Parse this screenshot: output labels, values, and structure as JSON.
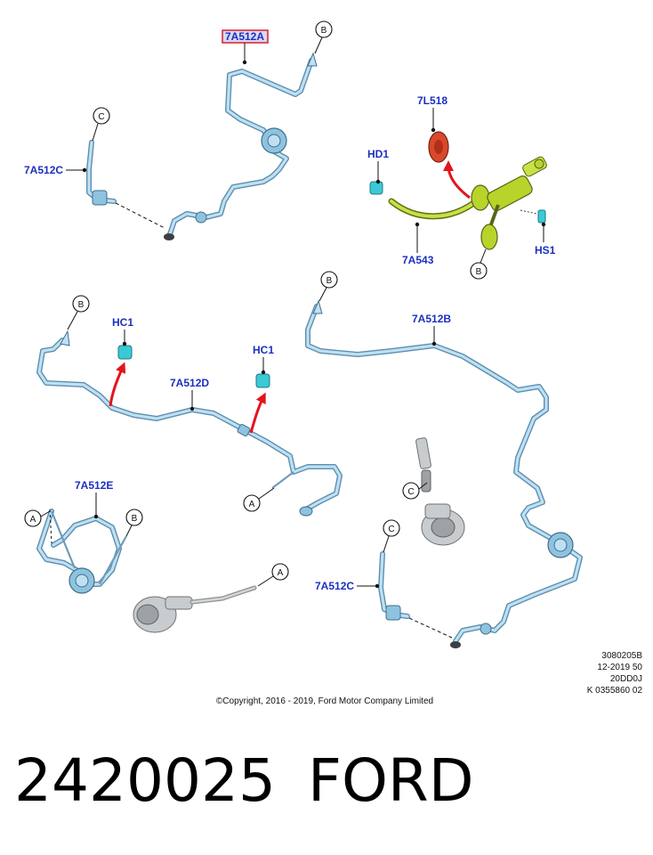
{
  "labels": {
    "highlighted_part": "7A512A",
    "top_7A512C": "7A512C",
    "part_7L518": "7L518",
    "part_HD1": "HD1",
    "part_7A543": "7A543",
    "part_HS1": "HS1",
    "mid_7A512B": "7A512B",
    "left_HC1": "HC1",
    "right_HC1": "HC1",
    "part_7A512D": "7A512D",
    "part_7A512E": "7A512E",
    "bottom_7A512C": "7A512C"
  },
  "callouts": {
    "b_top": "B",
    "c_top": "C",
    "b_assembly": "B",
    "b_mid_right": "B",
    "b_mid_left": "B",
    "c_mid": "C",
    "a_mid": "A",
    "a_left": "A",
    "b_left": "B",
    "c_bottom": "C",
    "a_bottom": "A"
  },
  "codes": [
    "3080205B",
    "12-2019 50",
    "20DD0J",
    "K 0355860 02"
  ],
  "copyright": "©Copyright, 2016 - 2019, Ford Motor Company Limited",
  "footer": {
    "part_number": "2420025",
    "brand": "FORD"
  },
  "colors": {
    "label_blue": "#1c2fc0",
    "highlight_box": "#d4202a",
    "pipe_blue": "#8ec3e0",
    "assembly_green": "#b8d42a",
    "reservoir_red": "#d8492b",
    "clip_cyan": "#3cc9d6",
    "arrow_red": "#e3141c"
  }
}
